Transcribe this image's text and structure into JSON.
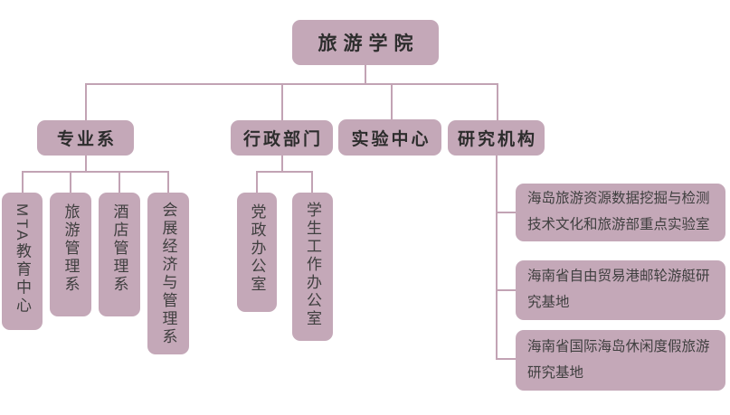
{
  "colors": {
    "box_fill": "#c4a8b8",
    "line": "#c2a3b4",
    "heading_text": "#2d2d2d",
    "body_text": "#3f3f3f",
    "background": "#ffffff"
  },
  "org_chart": {
    "root": "旅游学院",
    "level2": [
      "专业系",
      "行政部门",
      "实验中心",
      "研究机构"
    ],
    "professional_departments": [
      "MTA教育中心",
      "旅游管理系",
      "酒店管理系",
      "会展经济与管理系"
    ],
    "administrative_offices": [
      "党政办公室",
      "学生工作办公室"
    ],
    "research_institutions": [
      "海岛旅游资源数据挖掘与检测技术文化和旅游部重点实验室",
      "海南省自由贸易港邮轮游艇研究基地",
      "海南省国际海岛休闲度假旅游研究基地"
    ]
  }
}
